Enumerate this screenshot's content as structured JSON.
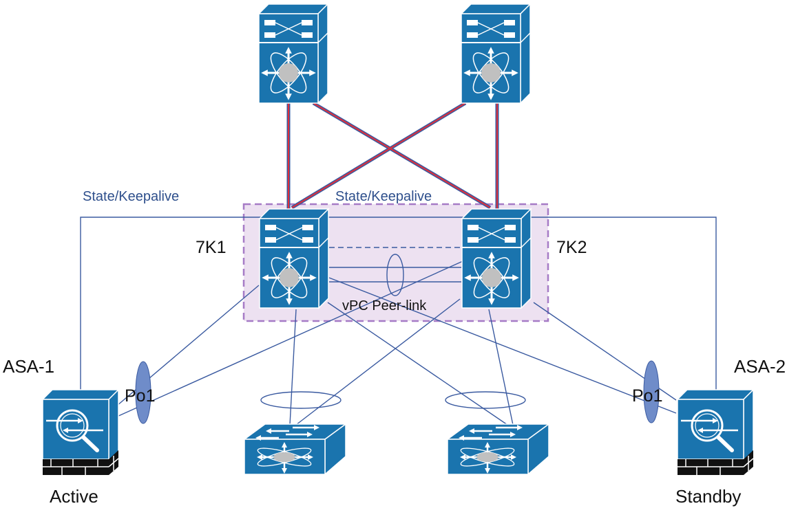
{
  "labels": {
    "state_keepalive_left": "State/Keepalive",
    "state_keepalive_center": "State/Keepalive",
    "core_left": "7K1",
    "core_right": "7K2",
    "peer_link": "vPC Peer-link",
    "asa_left": "ASA-1",
    "asa_right": "ASA-2",
    "po_left": "Po1",
    "po_right": "Po1",
    "asa_left_role": "Active",
    "asa_right_role": "Standby"
  },
  "colors": {
    "device": "#1a74ae",
    "link": "#3a5aa0",
    "uplink_red": "#e0303a",
    "vpc_domain_fill": "#ede1f1",
    "vpc_domain_border": "#a67bc6",
    "port_channel": "#6f8cc9"
  }
}
